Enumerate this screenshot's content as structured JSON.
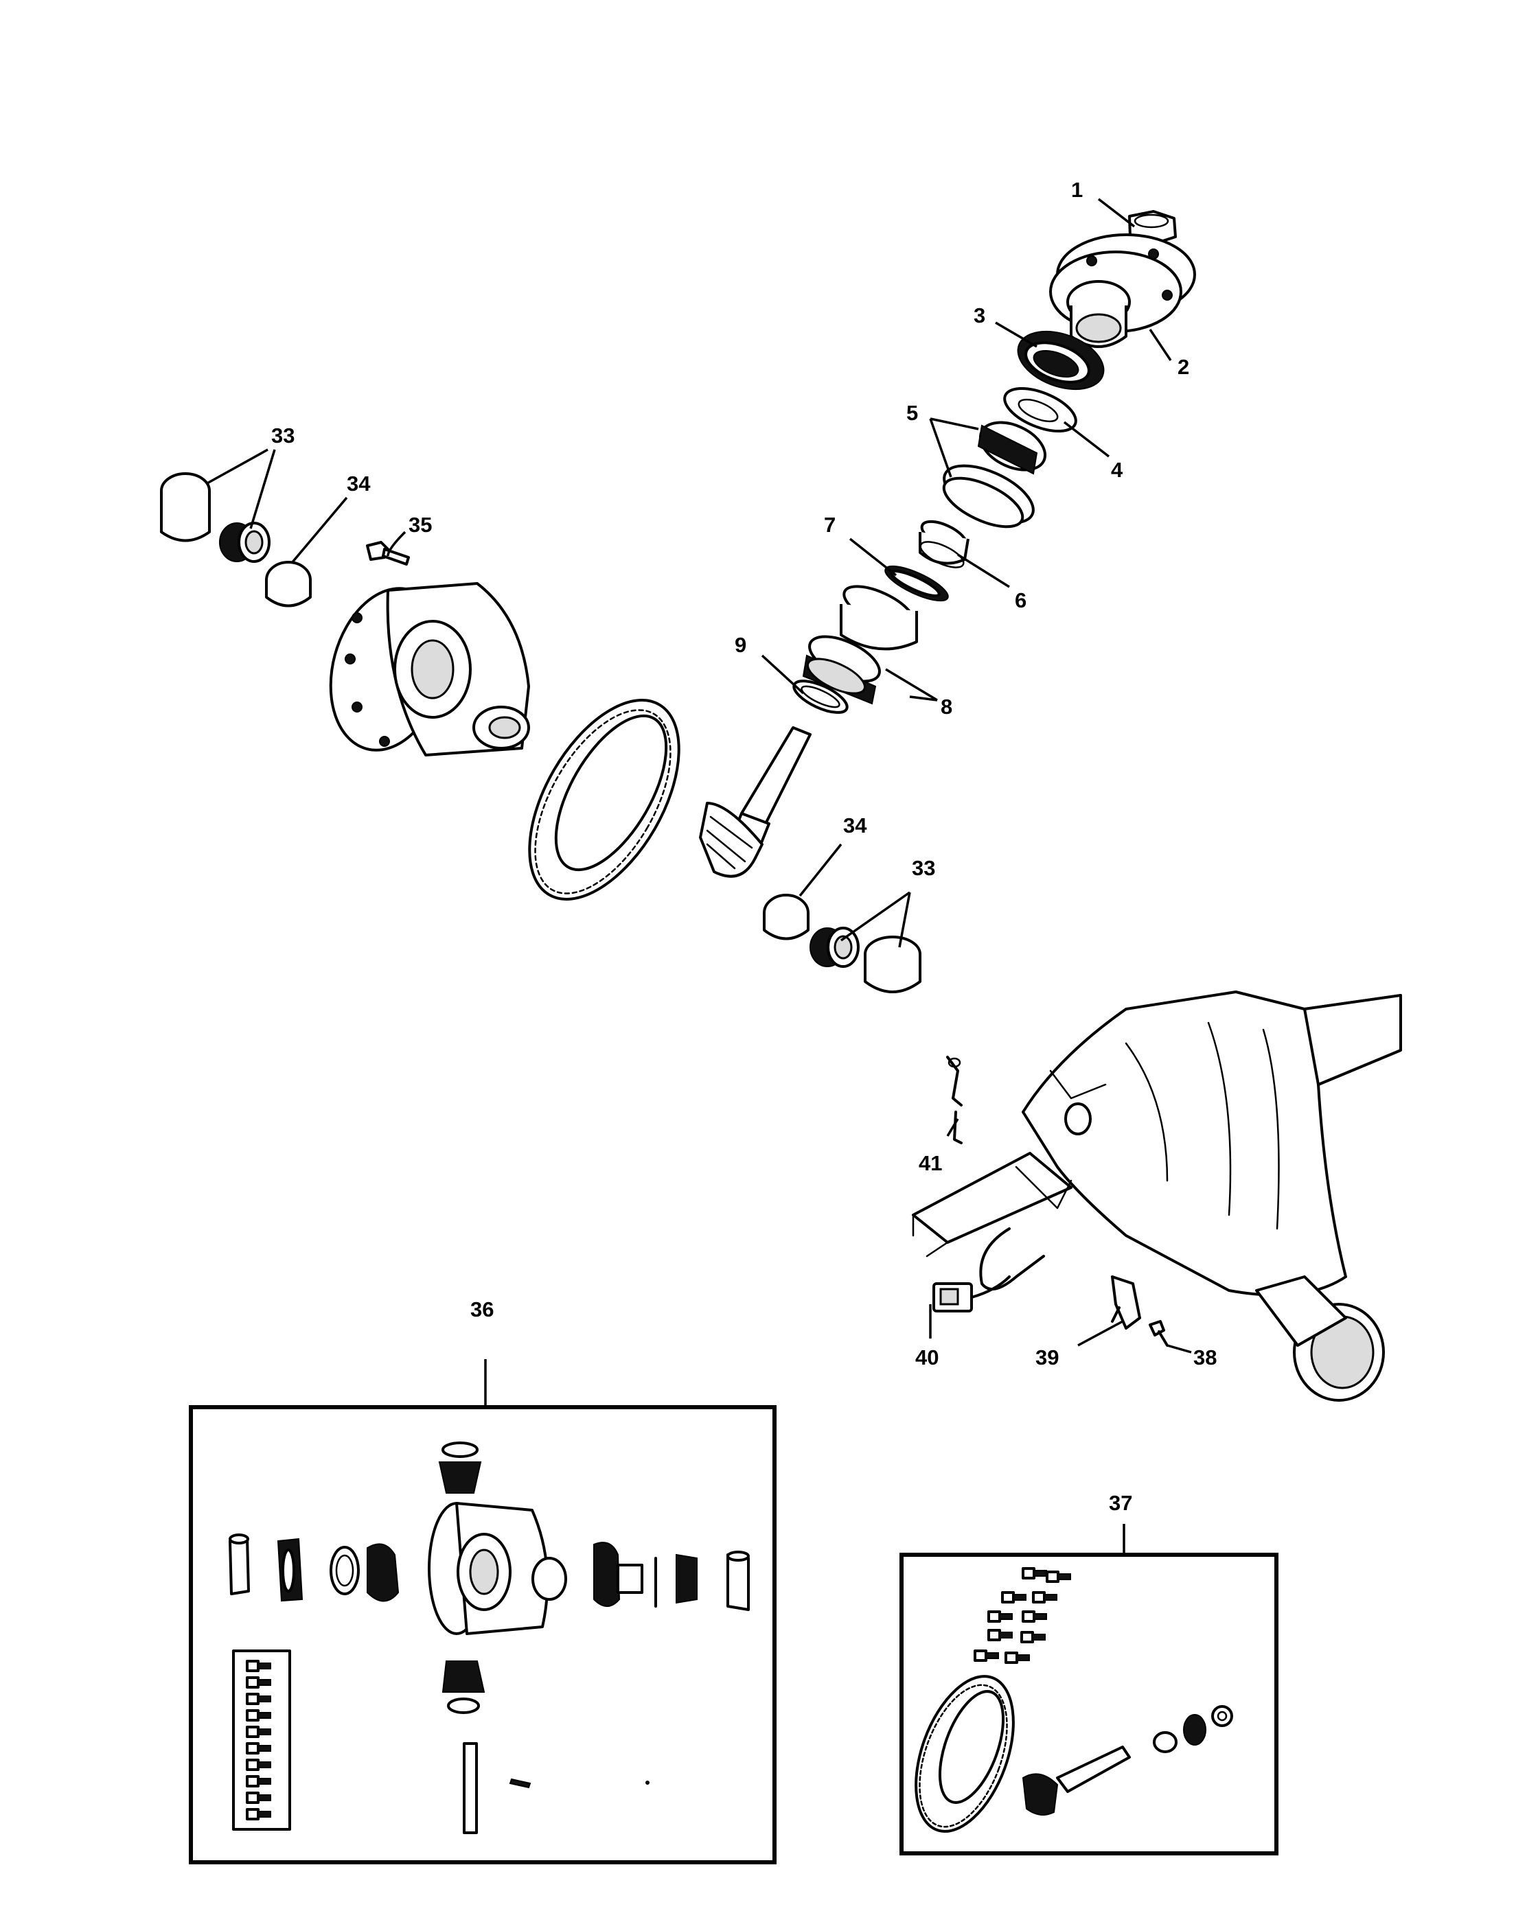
{
  "callouts": {
    "c1": "1",
    "c2": "2",
    "c3": "3",
    "c4": "4",
    "c5": "5",
    "c6": "6",
    "c7": "7",
    "c8": "8",
    "c9": "9",
    "c33a": "33",
    "c34a": "34",
    "c35": "35",
    "c34b": "34",
    "c33b": "33",
    "c36": "36",
    "c37": "37",
    "c38": "38",
    "c39": "39",
    "c40": "40",
    "c41": "41"
  },
  "parts": [
    {
      "callout": "1",
      "depicts": "pinion nut"
    },
    {
      "callout": "2",
      "depicts": "pinion yoke"
    },
    {
      "callout": "3",
      "depicts": "pinion seal"
    },
    {
      "callout": "4",
      "depicts": "pinion washer"
    },
    {
      "callout": "5",
      "depicts": "outer pinion bearing and cup"
    },
    {
      "callout": "6",
      "depicts": "collapsible spacer"
    },
    {
      "callout": "7",
      "depicts": "oil slinger"
    },
    {
      "callout": "8",
      "depicts": "inner pinion bearing and cup"
    },
    {
      "callout": "9",
      "depicts": "pinion depth shim"
    },
    {
      "callout": "33",
      "depicts": "differential bearing and cup"
    },
    {
      "callout": "34",
      "depicts": "differential bearing shim"
    },
    {
      "callout": "35",
      "depicts": "ring gear bolt"
    },
    {
      "callout": "36",
      "depicts": "differential case kit"
    },
    {
      "callout": "37",
      "depicts": "ring and pinion gear kit"
    },
    {
      "callout": "38",
      "depicts": "bolt"
    },
    {
      "callout": "39",
      "depicts": "bracket"
    },
    {
      "callout": "40",
      "depicts": "wiring harness connector"
    },
    {
      "callout": "41",
      "depicts": "clip"
    }
  ]
}
